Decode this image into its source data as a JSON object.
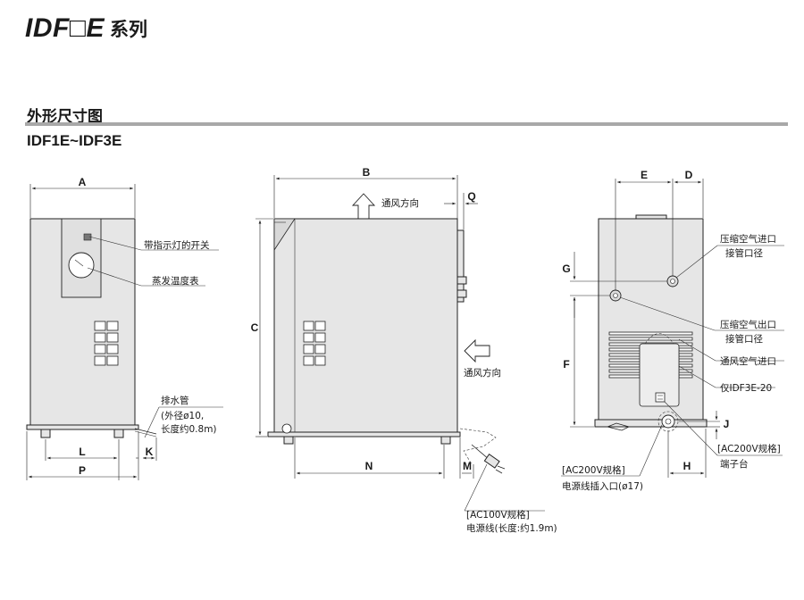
{
  "header": {
    "series_model": "IDF□E",
    "series_suffix": "系列",
    "section_title": "外形尺寸图",
    "model_range": "IDF1E~IDF3E"
  },
  "front_view": {
    "dims": {
      "A": "A",
      "L": "L",
      "P": "P",
      "K": "K"
    },
    "labels": {
      "indicator_switch": "带指示灯的开关",
      "evap_gauge": "蒸发温度表",
      "drain_pipe_1": "排水管",
      "drain_pipe_2": "(外径ø10,",
      "drain_pipe_3": "长度约0.8m)"
    }
  },
  "side_view": {
    "dims": {
      "B": "B",
      "C": "C",
      "N": "N",
      "M": "M",
      "Q": "Q"
    },
    "labels": {
      "vent_out": "通风方向",
      "vent_in": "通风方向",
      "cord_spec": "[AC100V规格]",
      "cord": "电源线(长度:约1.9m)"
    }
  },
  "rear_view": {
    "dims": {
      "E": "E",
      "D": "D",
      "G": "G",
      "F": "F",
      "H": "H",
      "J": "J"
    },
    "labels": {
      "inlet_1": "压缩空气进口",
      "inlet_2": "接管口径",
      "outlet_1": "压缩空气出口",
      "outlet_2": "接管口径",
      "vent_inlet": "通风空气进口",
      "idf3e20": "仅IDF3E-20",
      "ac200_terminal_spec": "[AC200V规格]",
      "terminal_block": "端子台",
      "ac200_socket_spec": "[AC200V规格]",
      "socket": "电源线插入口(ø17)"
    }
  }
}
